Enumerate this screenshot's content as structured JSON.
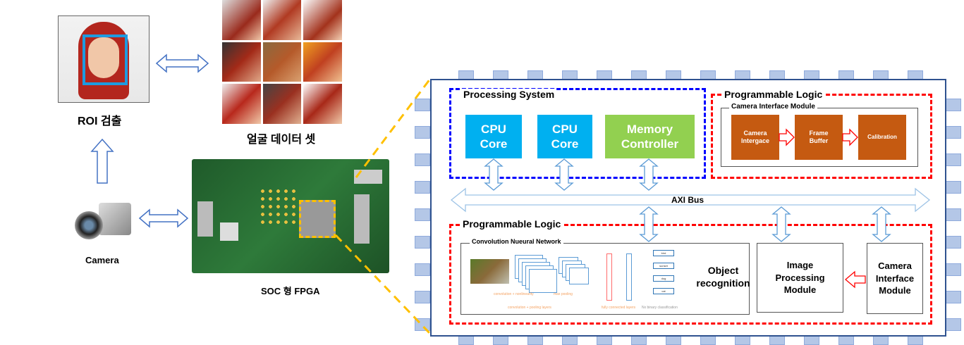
{
  "left": {
    "roi_label": "ROI 검출",
    "dataset_label": "얼굴 데이터 셋",
    "camera_label": "Camera",
    "fpga_label": "SOC 형 FPGA"
  },
  "chip": {
    "processing_system": {
      "title": "Processing System",
      "cpu1": "CPU Core",
      "cpu2": "CPU Core",
      "memory": "Memory Controller"
    },
    "pl_top": {
      "title": "Programmable Logic",
      "module_title": "Camera Interface Module",
      "blocks": [
        "Camera Intergace",
        "Frame Buffer",
        "Calibration"
      ]
    },
    "axi_bus": "AXI Bus",
    "pl_bottom": {
      "title": "Programmable Logic",
      "cnn_title": "Convolution Nueural Network",
      "object_recognition": "Object recognition",
      "image_processing": "Image Processing Module",
      "camera_interface": "Camera Interface Module",
      "cnn_labels": {
        "conv": "convolution + nonlinearity",
        "pool": "max pooling",
        "conv_pool": "convolution + pooling layers",
        "fc": "fully connected layers",
        "binary": "Nx binary classification",
        "classes": [
          "bird",
          "sunset",
          "dog",
          "cat"
        ]
      }
    }
  },
  "colors": {
    "chip_border": "#2f528f",
    "ps_dash": "#0000ff",
    "pl_dash": "#ff0000",
    "cpu": "#00b0f0",
    "memory": "#92d050",
    "orange": "#c55a11",
    "pin": "#b4c7e7",
    "zoom_line": "#ffc000"
  }
}
